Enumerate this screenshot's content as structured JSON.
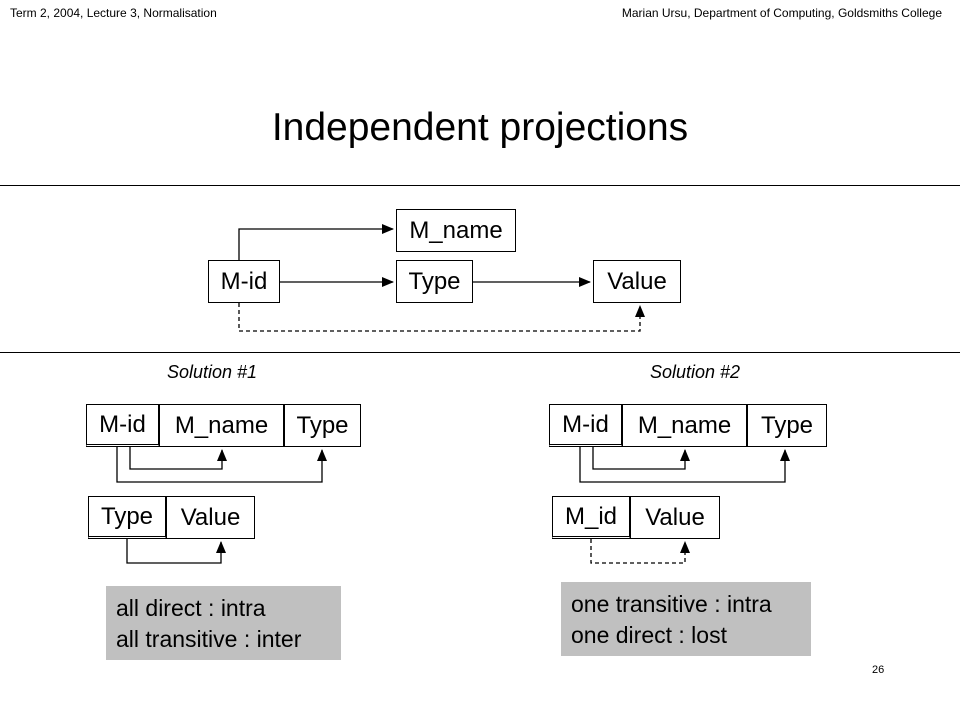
{
  "header": {
    "left": "Term 2, 2004, Lecture 3, Normalisation",
    "right": "Marian Ursu, Department of Computing, Goldsmiths College"
  },
  "title": "Independent projections",
  "top_diagram": {
    "m_id": "M-id",
    "m_name": "M_name",
    "type": "Type",
    "value": "Value"
  },
  "solution1": {
    "label": "Solution #1",
    "table1": [
      "M-id",
      "M_name",
      "Type"
    ],
    "table2": [
      "Type",
      "Value"
    ],
    "note": [
      "all direct : intra",
      "all transitive : inter"
    ]
  },
  "solution2": {
    "label": "Solution #2",
    "table1": [
      "M-id",
      "M_name",
      "Type"
    ],
    "table2": [
      "M_id",
      "Value"
    ],
    "note": [
      "one transitive : intra",
      "one direct : lost"
    ]
  },
  "page_number": "26",
  "colors": {
    "note_background": "#c0c0c0",
    "lines": "#000000"
  }
}
